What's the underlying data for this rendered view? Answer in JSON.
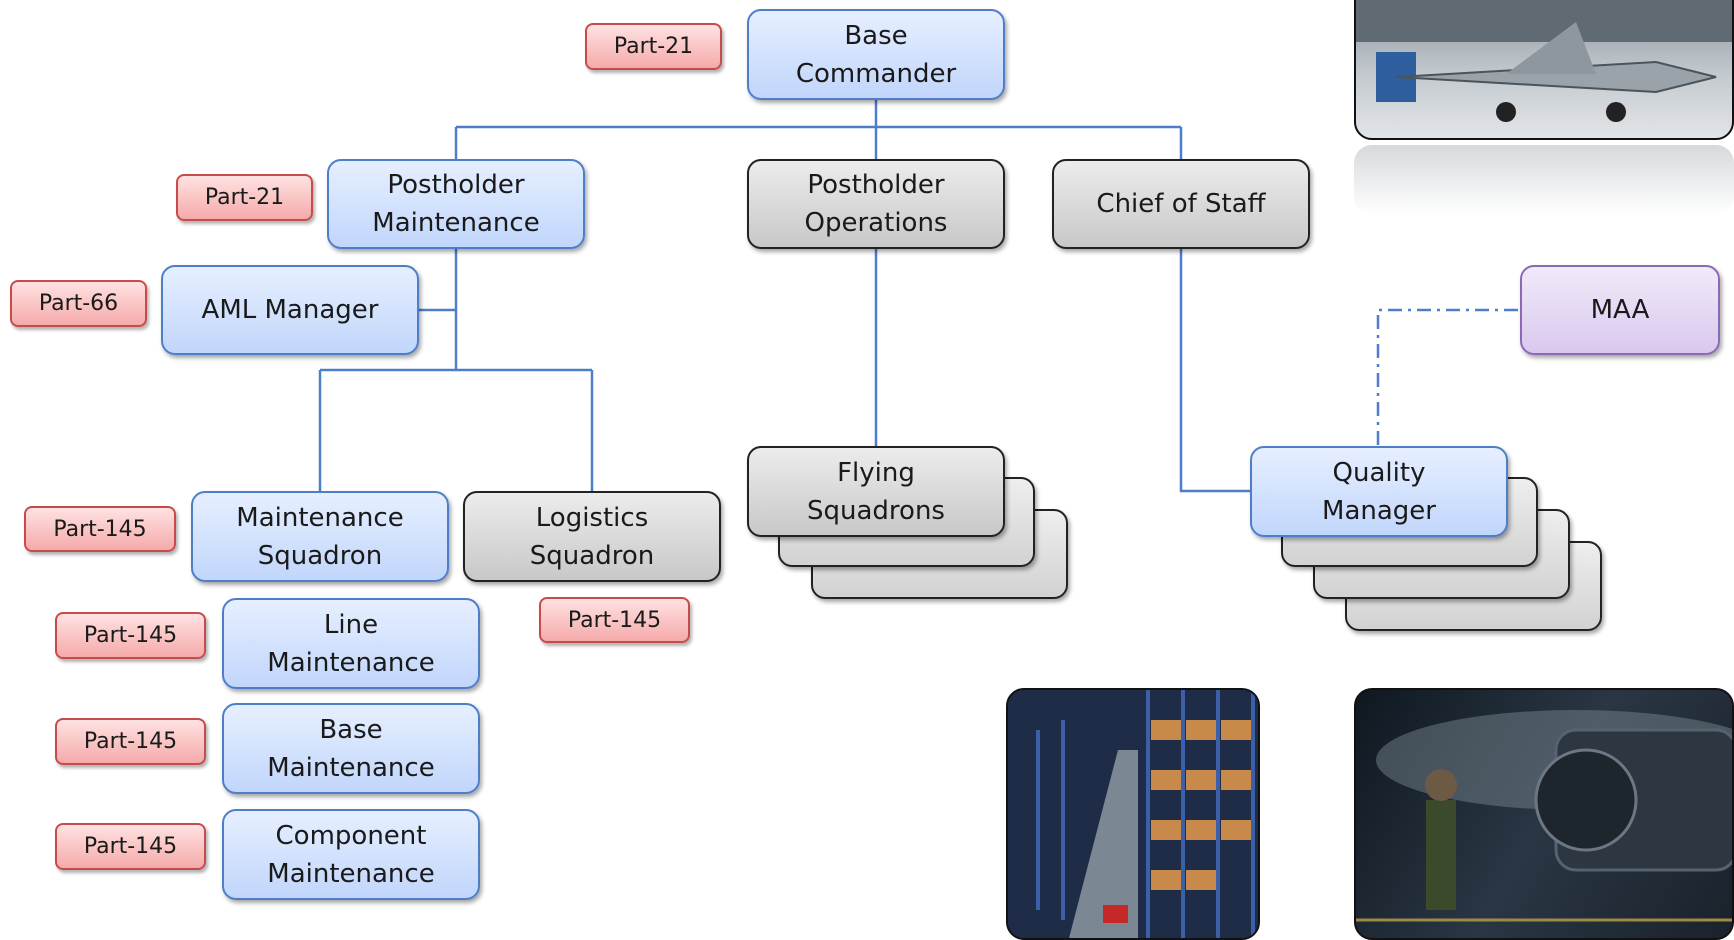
{
  "nodes": {
    "base_commander": "Base\nCommander",
    "postholder_maintenance": "Postholder\nMaintenance",
    "postholder_operations": "Postholder\nOperations",
    "chief_of_staff": "Chief of Staff",
    "aml_manager": "AML Manager",
    "maa": "MAA",
    "maintenance_squadron": "Maintenance\nSquadron",
    "logistics_squadron": "Logistics\nSquadron",
    "flying_squadrons": "Flying\nSquadrons",
    "quality_manager": "Quality\nManager",
    "line_maintenance": "Line\nMaintenance",
    "base_maintenance": "Base\nMaintenance",
    "component_maintenance": "Component\nMaintenance"
  },
  "badges": {
    "base_commander": "Part-21",
    "postholder_maintenance": "Part-21",
    "aml_manager": "Part-66",
    "maintenance_squadron": "Part-145",
    "logistics_squadron": "Part-145",
    "line_maintenance": "Part-145",
    "base_maintenance": "Part-145",
    "component_maintenance": "Part-145"
  },
  "colors": {
    "connector": "#4f7ec9",
    "badge_border": "#c74b4b",
    "blue_border": "#4f7ec9",
    "gray_border": "#222222",
    "purple_border": "#8a6bb3"
  },
  "images": [
    "hangar-aircraft-photo",
    "warehouse-photo",
    "engine-test-photo"
  ]
}
